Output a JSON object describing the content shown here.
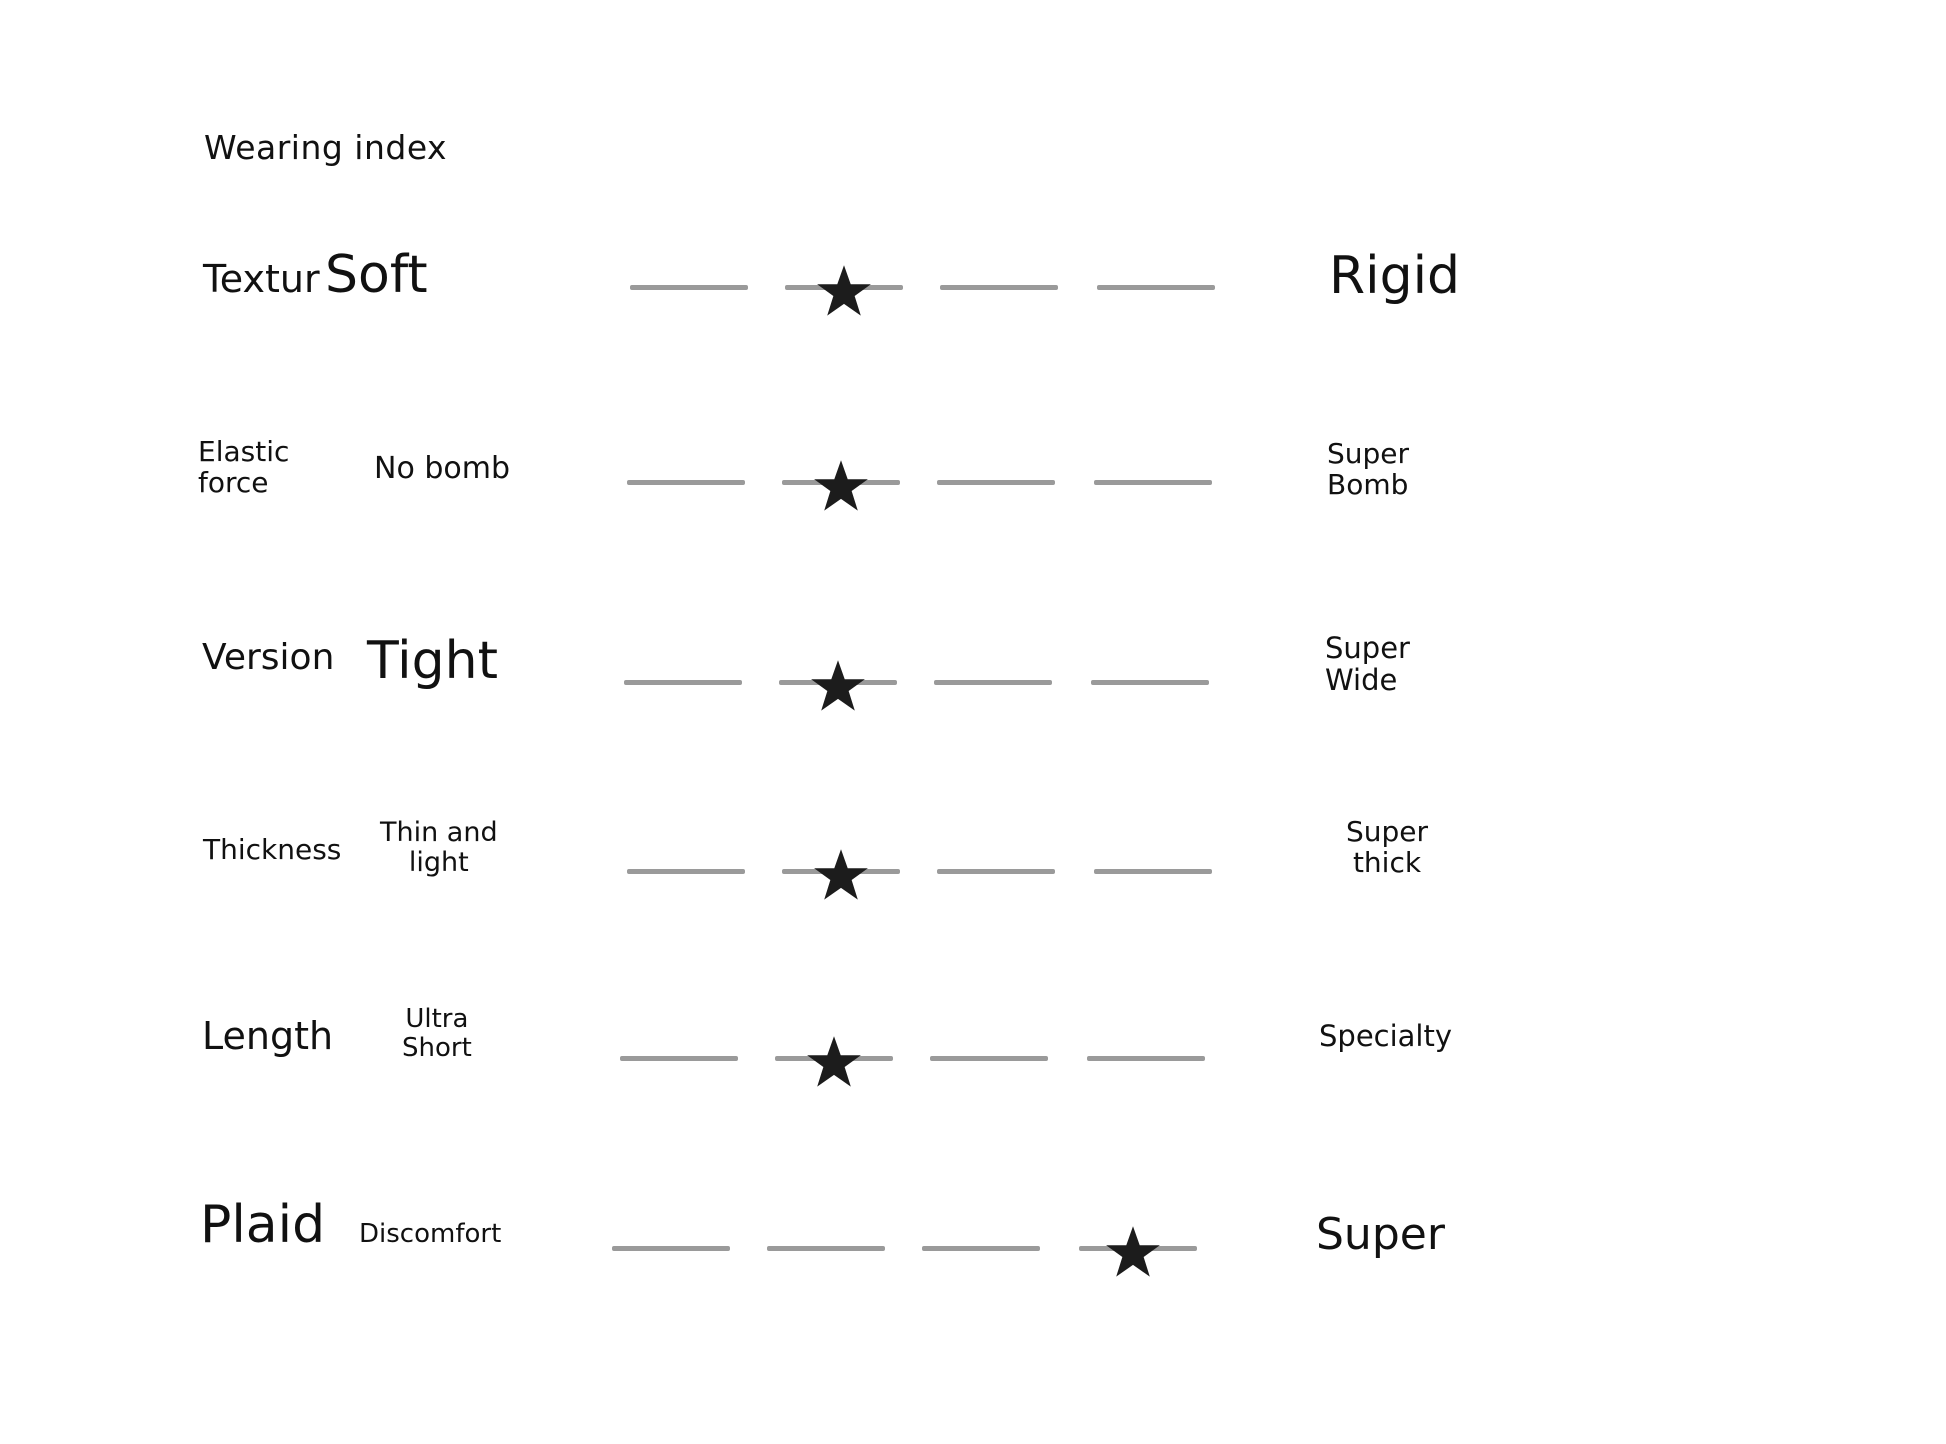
{
  "title": "Wearing index",
  "star_color": "#1c1c1c",
  "line_color": "#9a9a9a",
  "scale_steps": 4,
  "rows": [
    {
      "category": "Textur",
      "low": "Soft",
      "high": "Rigid",
      "rating": 2
    },
    {
      "category": "Elastic\nforce",
      "low": "No bomb",
      "high": "Super\nBomb",
      "rating": 2
    },
    {
      "category": "Version",
      "low": "Tight",
      "high": "Super\nWide",
      "rating": 2
    },
    {
      "category": "Thickness",
      "low": "Thin and\nlight",
      "high": "Super\nthick",
      "rating": 2
    },
    {
      "category": "Length",
      "low": "Ultra\nShort",
      "high": "Specialty",
      "rating": 2
    },
    {
      "category": "Plaid",
      "low": "Discomfort",
      "high": "Super",
      "rating": 4
    }
  ]
}
